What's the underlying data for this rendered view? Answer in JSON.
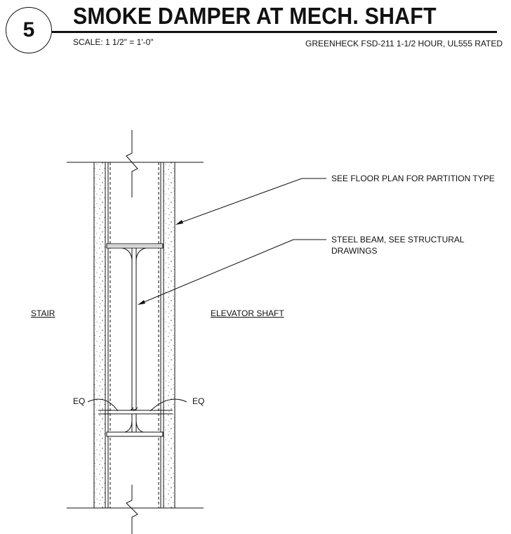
{
  "header": {
    "detail_number": "5",
    "title": "SMOKE DAMPER AT MECH. SHAFT",
    "scale": "SCALE:   1 1/2\" = 1'-0\"",
    "spec": "GREENHECK FSD-211 1-1/2 HOUR, UL555 RATED"
  },
  "notes": {
    "partition": "SEE FLOOR PLAN FOR PARTITION TYPE",
    "beam_line1": "STEEL BEAM, SEE STRUCTURAL",
    "beam_line2": "DRAWINGS"
  },
  "rooms": {
    "left": "STAIR",
    "right": "ELEVATOR SHAFT"
  },
  "dimensions": {
    "left_eq": "EQ",
    "right_eq": "EQ"
  }
}
